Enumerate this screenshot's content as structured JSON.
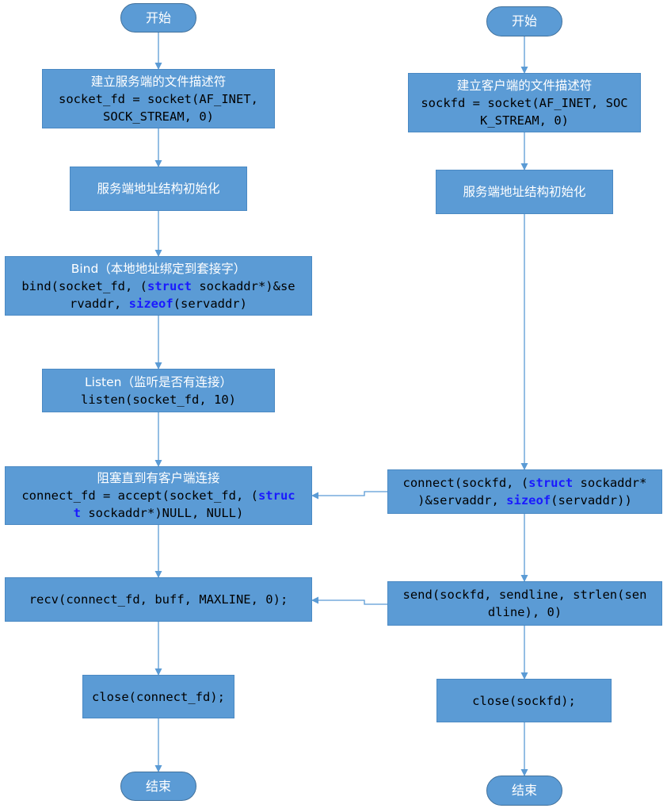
{
  "server": {
    "start": "开始",
    "create_fd": {
      "title": "建立服务端的文件描述符",
      "code1": "socket_fd = socket(AF_INET,",
      "code2": "SOCK_STREAM, 0)"
    },
    "init_addr": "服务端地址结构初始化",
    "bind": {
      "title": "Bind（本地地址绑定到套接字）",
      "c1a": "bind(socket_fd, (",
      "c1kw": "struct",
      "c1b": " sockaddr*)&se",
      "c2a": "rvaddr, ",
      "c2kw": "sizeof",
      "c2b": "(servaddr)"
    },
    "listen": {
      "title": "Listen（监听是否有连接）",
      "code": "listen(socket_fd, 10)"
    },
    "accept": {
      "title": "阻塞直到有客户端连接",
      "c1a": "connect_fd = accept(socket_fd, (",
      "c1kw": "struc",
      "c2kw": "t",
      "c2b": " sockaddr*)NULL, NULL)"
    },
    "recv": "recv(connect_fd, buff, MAXLINE, 0);",
    "close": "close(connect_fd);",
    "end": "结束"
  },
  "client": {
    "start": "开始",
    "create_fd": {
      "title": "建立客户端的文件描述符",
      "code1": "sockfd = socket(AF_INET, SOC",
      "code2": "K_STREAM, 0)"
    },
    "init_addr": "服务端地址结构初始化",
    "connect": {
      "c1a": "connect(sockfd, (",
      "c1kw": "struct",
      "c1b": " sockaddr*",
      "c2a": ")&servaddr, ",
      "c2kw": "sizeof",
      "c2b": "(servaddr))"
    },
    "send": {
      "code1": "send(sockfd, sendline, strlen(sen",
      "code2": "dline), 0)"
    },
    "close": "close(sockfd);",
    "end": "结束"
  },
  "colors": {
    "box_fill": "#5b9bd5",
    "box_border": "#4a89c3",
    "arrow": "#5b9bd5",
    "keyword": "#1a1aff"
  }
}
